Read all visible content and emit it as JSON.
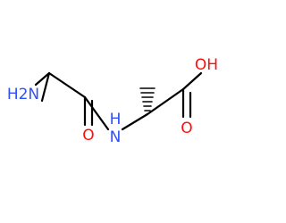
{
  "molecule": {
    "colors": {
      "carbon_bond": "#000000",
      "nitrogen": "#3050F8",
      "oxygen": "#FF0D0D"
    },
    "labels": {
      "amine": "H2N",
      "amide_n": "N",
      "amide_h": "H",
      "carbonyl_o": "O",
      "acid_o": "O",
      "hydroxyl": "OH"
    }
  }
}
